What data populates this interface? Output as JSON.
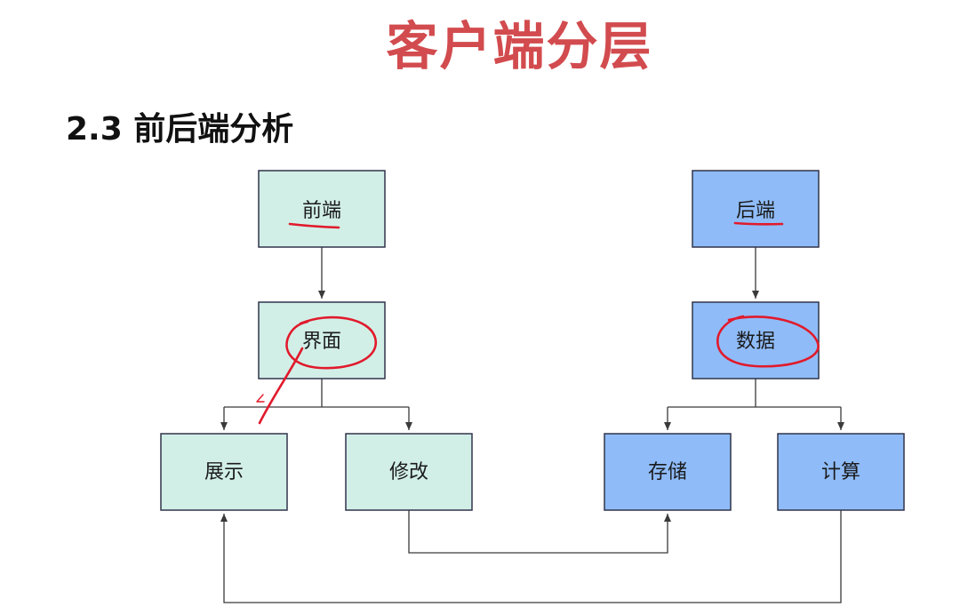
{
  "title": "客户端分层",
  "section_heading": "2.3 前后端分析",
  "colors": {
    "title": "#d24b4e",
    "frontend_fill": "#d2efe7",
    "backend_fill": "#8fbcf8",
    "box_border": "#30344a",
    "connector": "#3a3a3a",
    "annotation": "#e11a2c"
  },
  "frontend": {
    "root": "前端",
    "middle": "界面",
    "leaves": [
      "展示",
      "修改"
    ]
  },
  "backend": {
    "root": "后端",
    "middle": "数据",
    "leaves": [
      "存储",
      "计算"
    ]
  }
}
